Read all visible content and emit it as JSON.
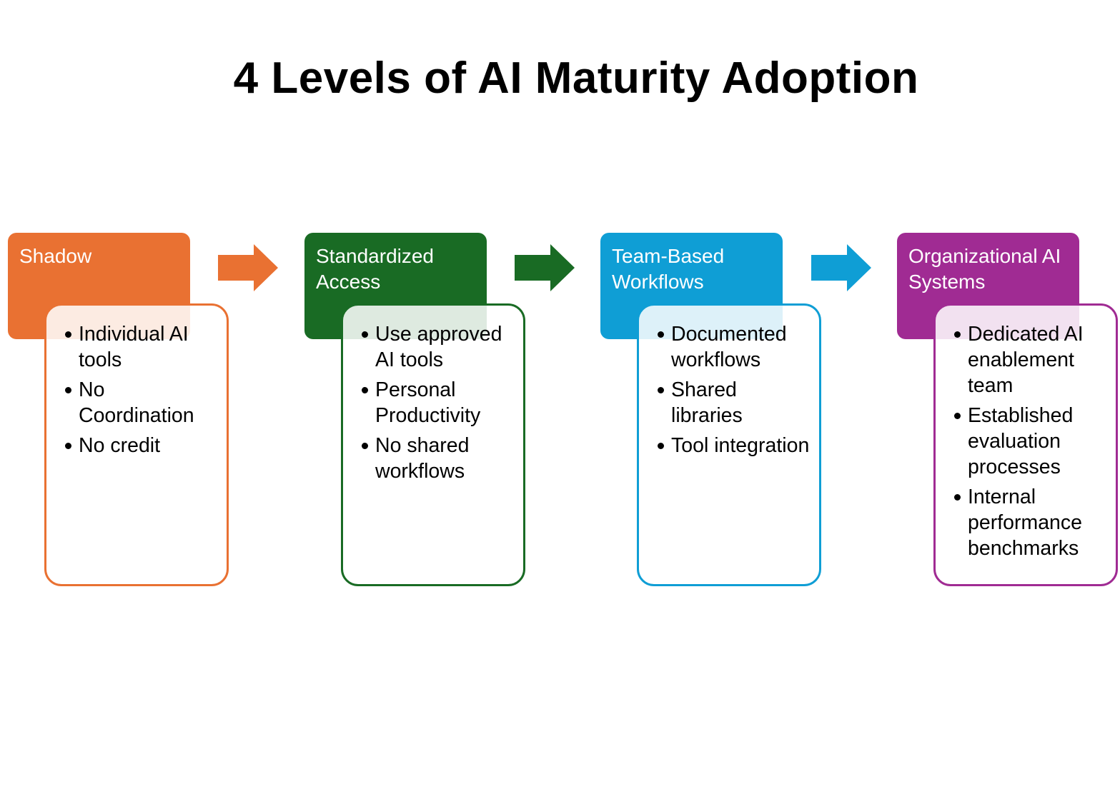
{
  "title": "4 Levels of AI Maturity Adoption",
  "stages": [
    {
      "name": "Shadow",
      "color": "#E97132",
      "bullets": [
        "Individual AI tools",
        "No Coordination",
        "No credit"
      ]
    },
    {
      "name": "Standardized Access",
      "color": "#196B24",
      "bullets": [
        "Use approved AI tools",
        "Personal Productivity",
        "No shared workflows"
      ]
    },
    {
      "name": "Team-Based Workflows",
      "color": "#0F9ED5",
      "bullets": [
        "Documented workflows",
        "Shared libraries",
        "Tool integration"
      ]
    },
    {
      "name": "Organizational AI Systems",
      "color": "#A02B93",
      "bullets": [
        "Dedicated AI enablement team",
        "Established evaluation processes",
        "Internal performance benchmarks"
      ]
    }
  ],
  "arrows": [
    {
      "color": "#E97132",
      "icon": "right-arrow-icon"
    },
    {
      "color": "#196B24",
      "icon": "right-arrow-icon"
    },
    {
      "color": "#0F9ED5",
      "icon": "right-arrow-icon"
    }
  ]
}
